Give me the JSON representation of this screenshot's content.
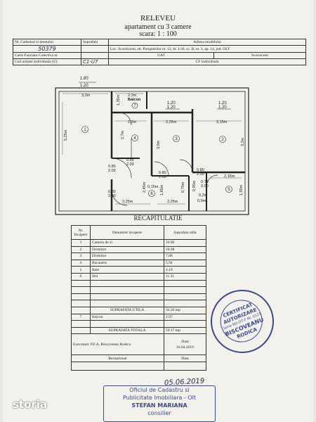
{
  "title": {
    "line1": "RELEVEU",
    "line2": "apartament cu 3 camere",
    "line3": "scara: 1 : 100"
  },
  "header": {
    "cadastral_label": "Nr. Cadastral si terenului",
    "cadastral_value": "50379",
    "suprafata_label": "Suprafata",
    "adresa_label": "Adresa imobilului",
    "adresa_value": "Loc. Scornicesti, str. Pompierilor nr. 12, bl. I-30, sc. B, et. 3, ap. 14, jud. OLT",
    "carte_label": "Carte Funciara Colectiva nr.",
    "uat_label": "UAT",
    "uat_value": "Scornicesti",
    "cod_label": "Cod unitate individuala (U)",
    "cod_value": "C1-U7",
    "cf_label": "CF individuala"
  },
  "plan": {
    "window_1": {
      "a": "1.80",
      "b": "1.20"
    },
    "window_2": {
      "a": "1.20",
      "b": "1.20"
    },
    "window_3": {
      "a": "1.20",
      "b": "1.20"
    },
    "balcon_label": "Balcon",
    "rooms": {
      "r1": "1",
      "r2": "2",
      "r3": "3",
      "r4": "4",
      "r5": "5",
      "r6": "6",
      "r7": "7"
    },
    "doors": {
      "d1": {
        "a": "0.80",
        "b": "2.00"
      },
      "d2": {
        "a": "0.85",
        "b": "2.00"
      },
      "d3": {
        "a": "0.80",
        "b": "2.00"
      },
      "d4": {
        "a": "0.80",
        "b": "2.00"
      },
      "d5": {
        "a": "0.70",
        "b": "2.00"
      },
      "d6": {
        "a": "0.80",
        "b": "2.00"
      }
    },
    "dims": {
      "d_3_2": "3,2m",
      "d_2_2a": "2,2m",
      "d_1_35": "1,35m",
      "d_5_25": "5,25m",
      "d_2_2b": "2,2m",
      "d_2_25a": "2,25m",
      "d_3_15": "3,15m",
      "d_2_7": "2,7m",
      "d_3_5": "3,5m",
      "d_3_2b": "3,2m",
      "d_2_15": "2,15m",
      "d_2_45": "2,45m",
      "d_1_85": "1,85m",
      "d_0_15": "0,15m",
      "d_0_75": "0,75m",
      "d_0_95": "0,95m",
      "d_1_95": "1,95m",
      "d_0_2": "0,2m",
      "d_0_9": "0,9m",
      "d_2_25b": "2,25m",
      "d_2_25c": "2,25m"
    }
  },
  "recap": {
    "title": "RECAPITULATIE",
    "head": {
      "nr": "Nr. Incapere",
      "den": "Denumire incapere",
      "sup": "Suprafata utila"
    },
    "rows": [
      {
        "nr": "1",
        "name": "Camera de zi",
        "area": "16.80"
      },
      {
        "nr": "2",
        "name": "Dormitor",
        "area": "10.08"
      },
      {
        "nr": "3",
        "name": "Dormitor",
        "area": "7.88"
      },
      {
        "nr": "4",
        "name": "Bucatarie",
        "area": "5.94"
      },
      {
        "nr": "5",
        "name": "Baie",
        "area": "4.19"
      },
      {
        "nr": "6",
        "name": "Hol",
        "area": "11.31"
      }
    ],
    "util_label": "SUPRAFATA UTILA",
    "util_value": "56.20 mp",
    "balcon_nr": "7",
    "balcon_name": "Balcon",
    "balcon_value": "2.97",
    "total_label": "SUPRAFATA TOTALA",
    "total_value": "59.17 mp",
    "executant_label": "Executant: P.F.A. Biscoveanu Rodica",
    "data_label": "Data",
    "data_value": "16.04.2019",
    "receptionat_label": "Receptionat",
    "data2_label": "Data"
  },
  "handwritten_date": "05.06.2019",
  "stamp": {
    "certificat": "CERTIFICAT",
    "autorizare": "AUTORIZARE",
    "seria": "Seria RO-OT-F Nr. 0121",
    "name1": "BISCOVEANU",
    "name2": "RODICA"
  },
  "receipt_stamp": {
    "line1": "Oficiul de Cadastru si",
    "line2": "Publicitate Imobiliara - Olt",
    "line3": "STEFAN MARIANA",
    "line4": "consilier"
  },
  "watermark": "storia"
}
